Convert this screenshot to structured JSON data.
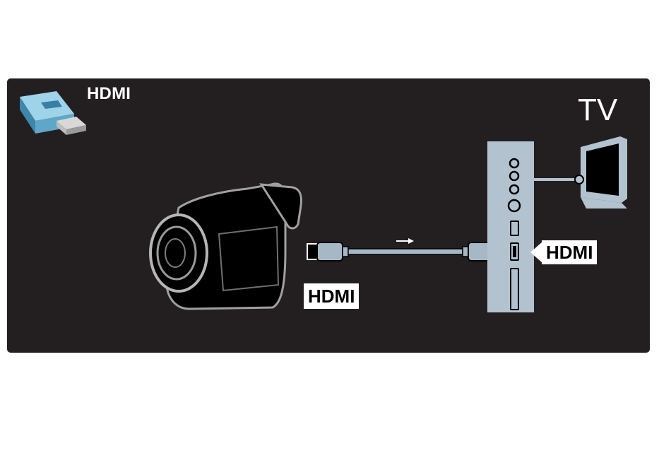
{
  "header": {
    "connector_label": "HDMI",
    "device_label": "TV"
  },
  "camera_cable": {
    "label": "HDMI"
  },
  "tv_port": {
    "label": "HDMI"
  },
  "colors": {
    "panel": "#231f20",
    "port_panel": "#b2c2ce",
    "cable": "#a6b8c6",
    "connector_icon": "#5fa7c9",
    "label_bg": "#ffffff",
    "label_text": "#000000"
  },
  "icons": [
    "hdmi-connector-icon",
    "camcorder-icon",
    "flat-tv-icon",
    "arrow-right-icon"
  ]
}
